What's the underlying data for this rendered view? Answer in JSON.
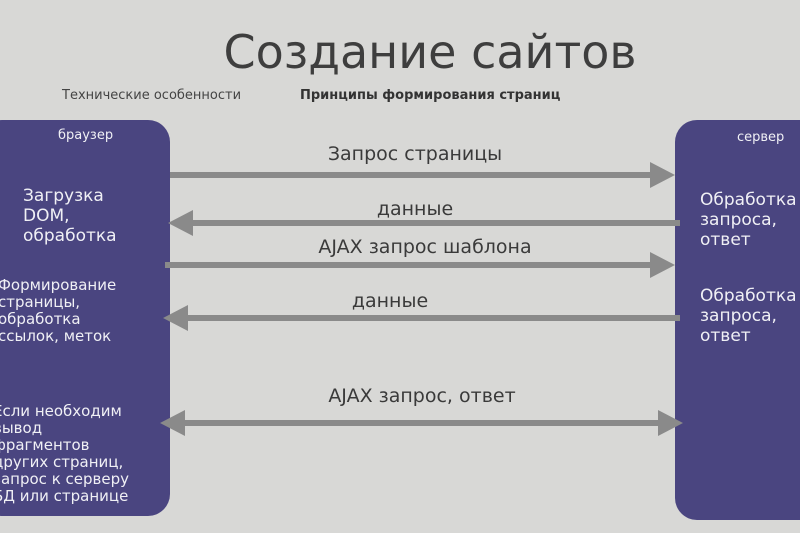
{
  "title": "Создание сайтов",
  "tabs": [
    "Технические особенности",
    "Принципы формирования страниц"
  ],
  "browser": {
    "header": "браузер",
    "blocks": [
      "Загрузка\nDOM,\nобработка",
      "Формирование\nстраницы,\nобработка\nссылок, меток",
      "Если необходим\nвывод\nфрагментов\nдругих страниц,\nзапрос к серверу\nБД или странице"
    ]
  },
  "server": {
    "header": "сервер",
    "blocks": [
      "Обработка\nзапроса,\nответ",
      "Обработка\nзапроса,\nответ"
    ]
  },
  "arrows": [
    {
      "label": "Запрос страницы",
      "direction": "right"
    },
    {
      "label": "данные",
      "direction": "left"
    },
    {
      "label": "AJAX запрос шаблона",
      "direction": "right"
    },
    {
      "label": "данные",
      "direction": "left"
    },
    {
      "label": "AJAX запрос, ответ",
      "direction": "both"
    }
  ],
  "colors": {
    "box": "#4a4580",
    "arrow": "#8a8a8a",
    "background": "#d8d8d6"
  }
}
